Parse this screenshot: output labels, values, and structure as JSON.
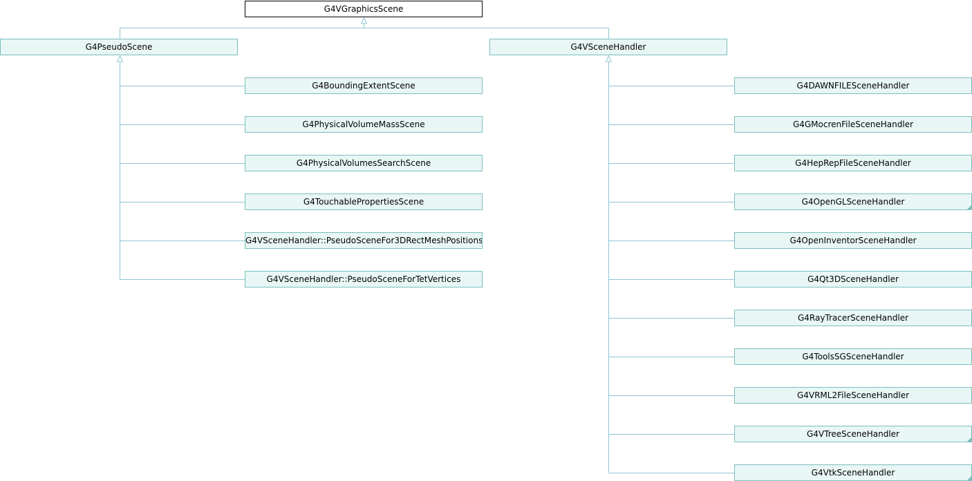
{
  "root": {
    "label": "G4VGraphicsScene"
  },
  "pseudo_scene": {
    "label": "G4PseudoScene",
    "children": [
      {
        "label": "G4BoundingExtentScene"
      },
      {
        "label": "G4PhysicalVolumeMassScene"
      },
      {
        "label": "G4PhysicalVolumesSearchScene"
      },
      {
        "label": "G4TouchablePropertiesScene"
      },
      {
        "label": "G4VSceneHandler::PseudoSceneFor3DRectMeshPositions"
      },
      {
        "label": "G4VSceneHandler::PseudoSceneForTetVertices"
      }
    ]
  },
  "scene_handler": {
    "label": "G4VSceneHandler",
    "children": [
      {
        "label": "G4DAWNFILESceneHandler",
        "has_more": false
      },
      {
        "label": "G4GMocrenFileSceneHandler",
        "has_more": false
      },
      {
        "label": "G4HepRepFileSceneHandler",
        "has_more": false
      },
      {
        "label": "G4OpenGLSceneHandler",
        "has_more": true
      },
      {
        "label": "G4OpenInventorSceneHandler",
        "has_more": false
      },
      {
        "label": "G4Qt3DSceneHandler",
        "has_more": false
      },
      {
        "label": "G4RayTracerSceneHandler",
        "has_more": false
      },
      {
        "label": "G4ToolsSGSceneHandler",
        "has_more": false
      },
      {
        "label": "G4VRML2FileSceneHandler",
        "has_more": false
      },
      {
        "label": "G4VTreeSceneHandler",
        "has_more": true
      },
      {
        "label": "G4VtkSceneHandler",
        "has_more": true
      }
    ]
  },
  "colors": {
    "node_fill": "#e9f6f6",
    "node_border": "#7bbdbd",
    "edge": "#8fc4d4",
    "root_border": "#000000"
  }
}
